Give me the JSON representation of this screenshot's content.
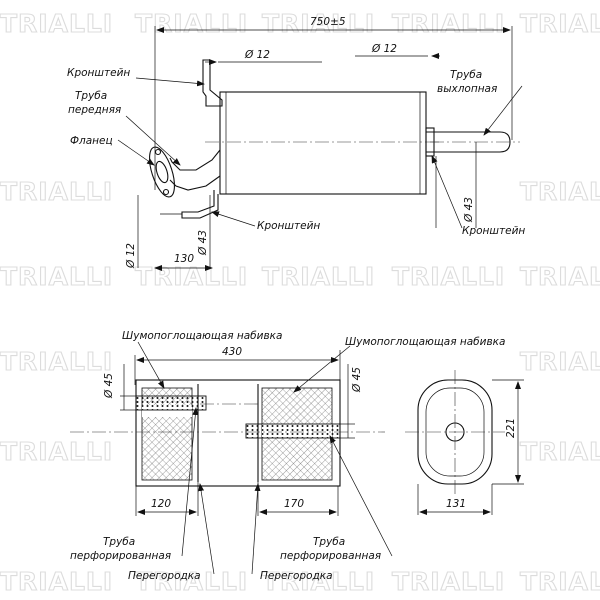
{
  "watermark": {
    "text": "TRIALLI"
  },
  "top_view": {
    "overall_length": "750±5",
    "pipe_diameter_front": "Ø 12",
    "pipe_diameter_rear": "Ø 12",
    "bracket_rod_diameter": "Ø 12",
    "muffler_dia_left": "Ø 43",
    "muffler_dia_right": "Ø 43",
    "flange_offset": "130",
    "labels": {
      "bracket_top": "Кронштейн",
      "front_pipe": "Труба передняя",
      "flange": "Фланец",
      "bracket_bottom": "Кронштейн",
      "exhaust_pipe": "Труба выхлопная",
      "bracket_right": "Кронштейн"
    }
  },
  "section_view": {
    "body_length": "430",
    "inlet_diameter": "Ø 45",
    "outlet_diameter": "Ø 45",
    "chamber1_length": "120",
    "chamber2_length": "170",
    "labels": {
      "packing_left": "Шумопоглощающая набивка",
      "packing_right": "Шумопоглощающая набивка",
      "perforated_left": "Труба перфорированная",
      "perforated_right": "Труба перфорированная",
      "baffle_left": "Перегородка",
      "baffle_right": "Перегородка"
    }
  },
  "end_view": {
    "height": "221",
    "width": "131"
  }
}
